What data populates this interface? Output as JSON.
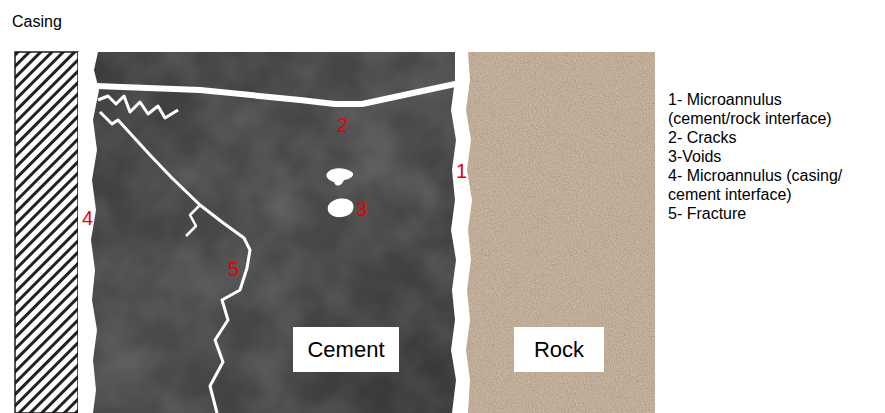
{
  "diagram": {
    "nodes": [
      {
        "text": [
          "Cement"
        ]
      },
      {
        "text": [
          "Rock"
        ]
      }
    ],
    "labels": [
      "Casing",
      "1",
      "2",
      "3",
      "4",
      "5",
      "1- Microannulus (cement/rock interface)",
      "2- Cracks",
      "3-Voids",
      "4- Microannulus (casing/ cement interface)",
      "5- Fracture"
    ]
  }
}
